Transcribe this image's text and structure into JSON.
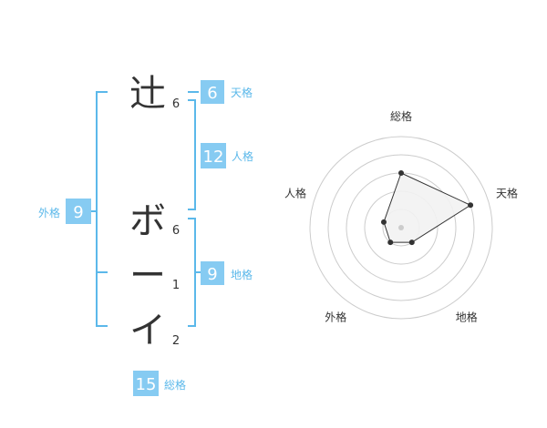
{
  "colors": {
    "accent": "#5bb8ea",
    "box": "#86cbf2",
    "text": "#333333",
    "ring": "#cccccc",
    "fill": "#f2f2f2",
    "center": "#cccccc"
  },
  "name": {
    "chars": [
      {
        "char": "辻",
        "strokes": "6"
      },
      {
        "char": "ボ",
        "strokes": "6"
      },
      {
        "char": "ー",
        "strokes": "1"
      },
      {
        "char": "イ",
        "strokes": "2"
      }
    ]
  },
  "kakusu": {
    "tenkaku": {
      "value": "6",
      "label": "天格"
    },
    "jinkaku": {
      "value": "12",
      "label": "人格"
    },
    "chikaku": {
      "value": "9",
      "label": "地格"
    },
    "gaikaku": {
      "value": "9",
      "label": "外格"
    },
    "soukaku": {
      "value": "15",
      "label": "総格"
    }
  },
  "chart_data": {
    "type": "radar",
    "axes": [
      "総格",
      "天格",
      "地格",
      "外格",
      "人格"
    ],
    "values": [
      3,
      4,
      1,
      1,
      1
    ],
    "max": 5,
    "rings": 5
  }
}
